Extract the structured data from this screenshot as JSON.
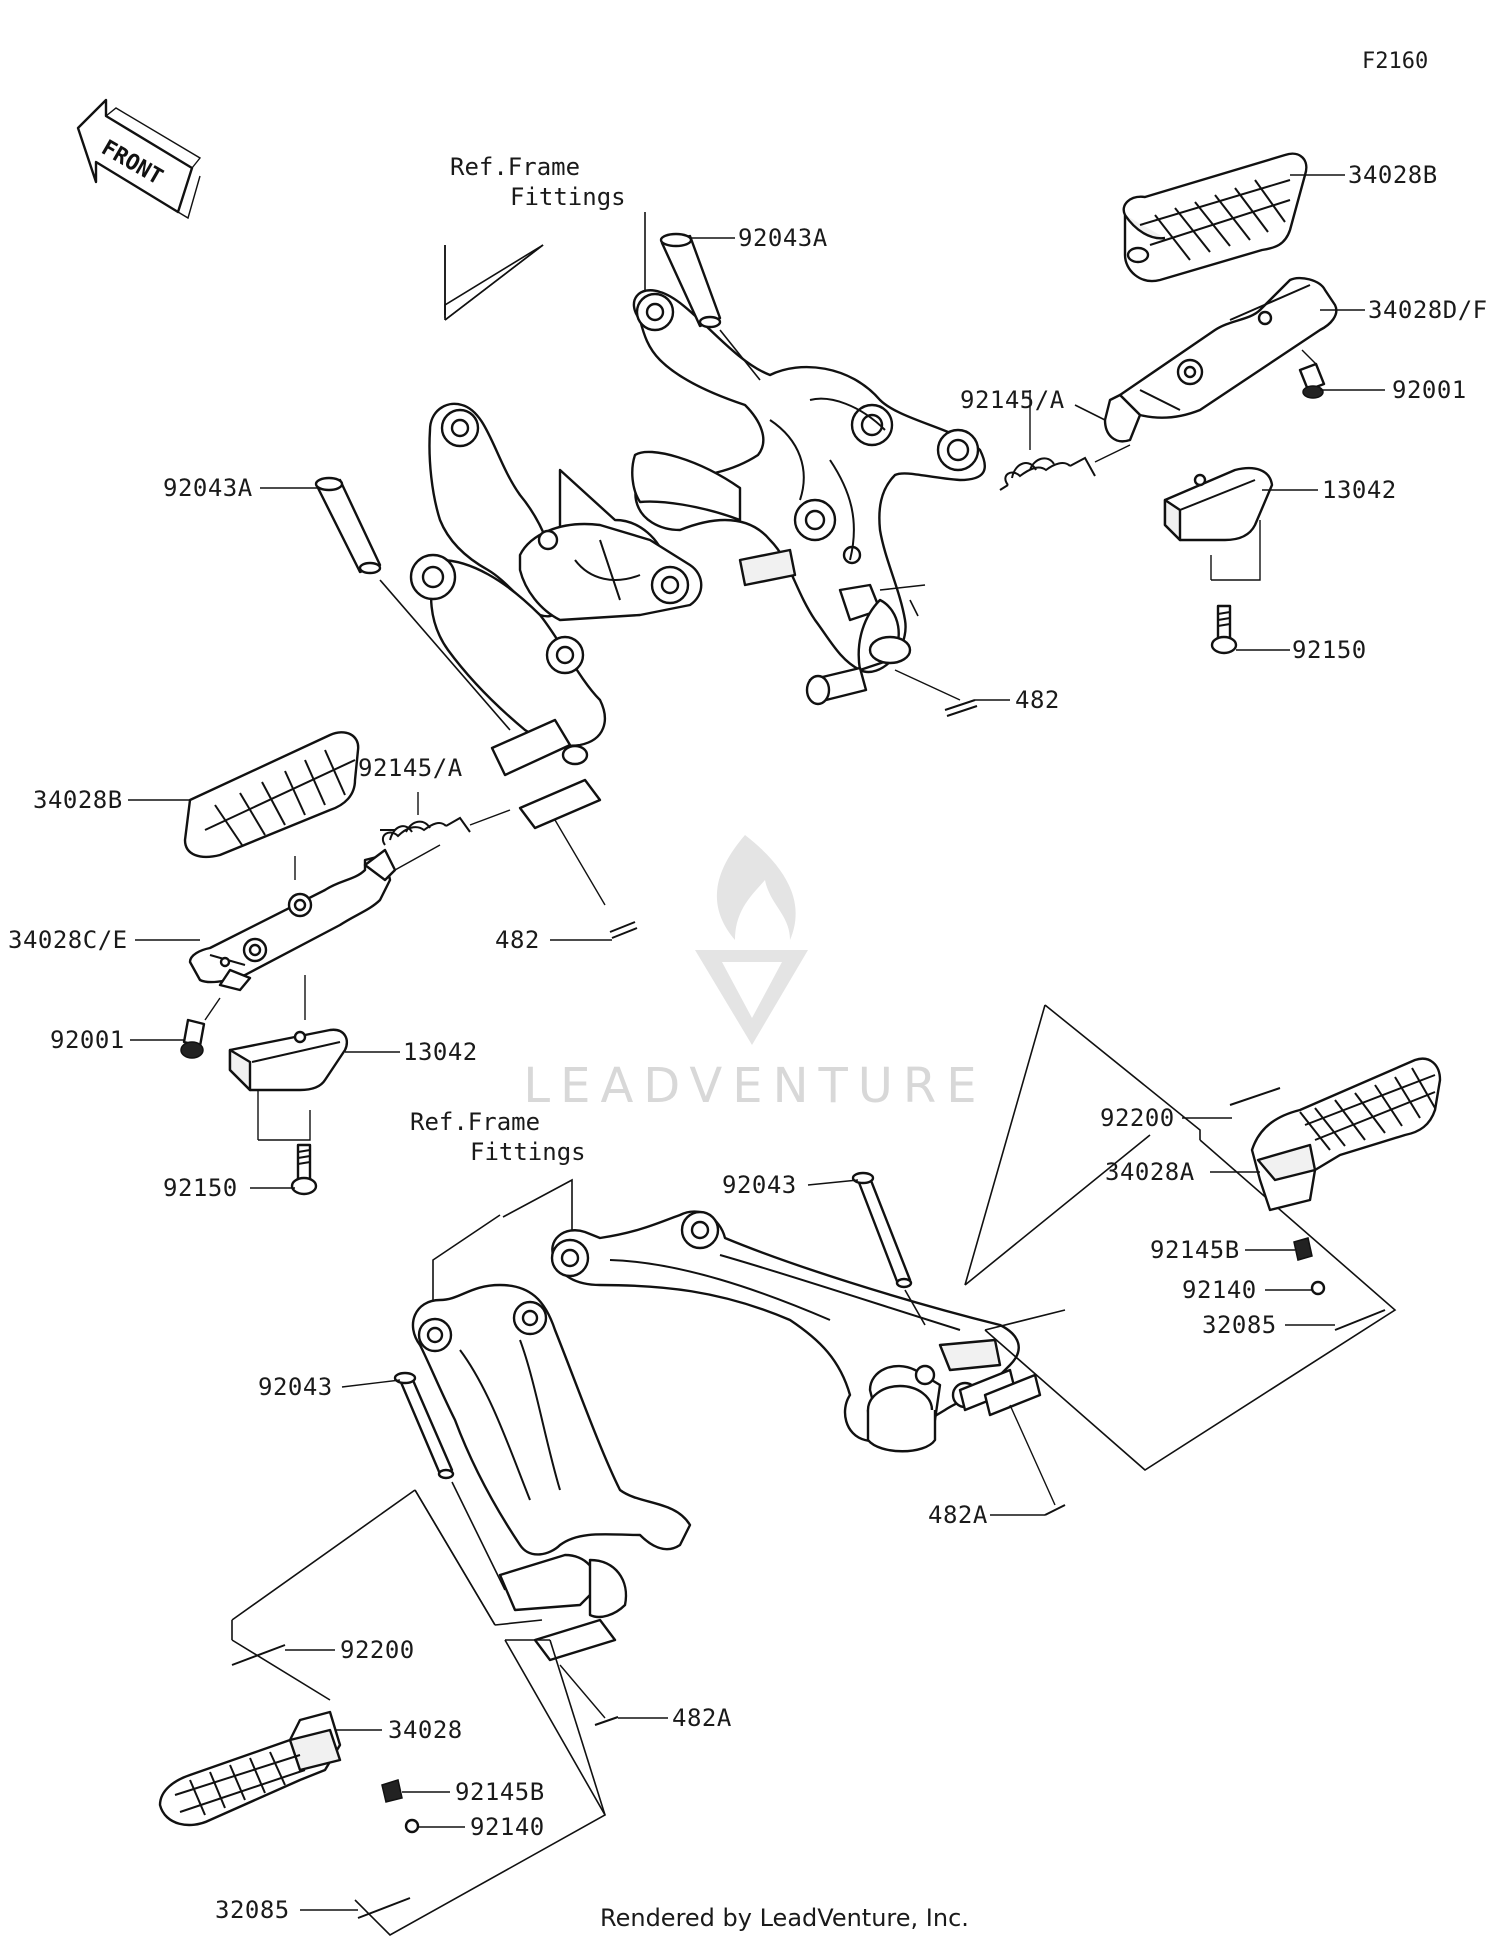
{
  "diagram_code": "F2160",
  "front_label": "FRONT",
  "ref_frame_fittings": [
    "Ref.Frame",
    "Fittings"
  ],
  "callouts": {
    "c_34028B_top": "34028B",
    "c_92043A_top": "92043A",
    "c_34028DF": "34028D/F",
    "c_92001_right": "92001",
    "c_92145A_right": "92145/A",
    "c_13042_right": "13042",
    "c_92150_right": "92150",
    "c_482_right": "482",
    "c_92043A_left": "92043A",
    "c_34028B_left": "34028B",
    "c_92145A_left": "92145/A",
    "c_34028CE": "34028C/E",
    "c_482_left": "482",
    "c_92001_left": "92001",
    "c_13042_left": "13042",
    "c_92150_left": "92150",
    "c_92200_right": "92200",
    "c_34028A": "34028A",
    "c_92145B_right": "92145B",
    "c_92140_right": "92140",
    "c_32085_right": "32085",
    "c_92043_mid": "92043",
    "c_482A_right": "482A",
    "c_92043_left": "92043",
    "c_92200_left": "92200",
    "c_482A_left": "482A",
    "c_34028": "34028",
    "c_92145B_left": "92145B",
    "c_92140_left": "92140",
    "c_32085_left": "32085"
  },
  "watermark": "LEADVENTURE",
  "footer": "Rendered by LeadVenture, Inc."
}
